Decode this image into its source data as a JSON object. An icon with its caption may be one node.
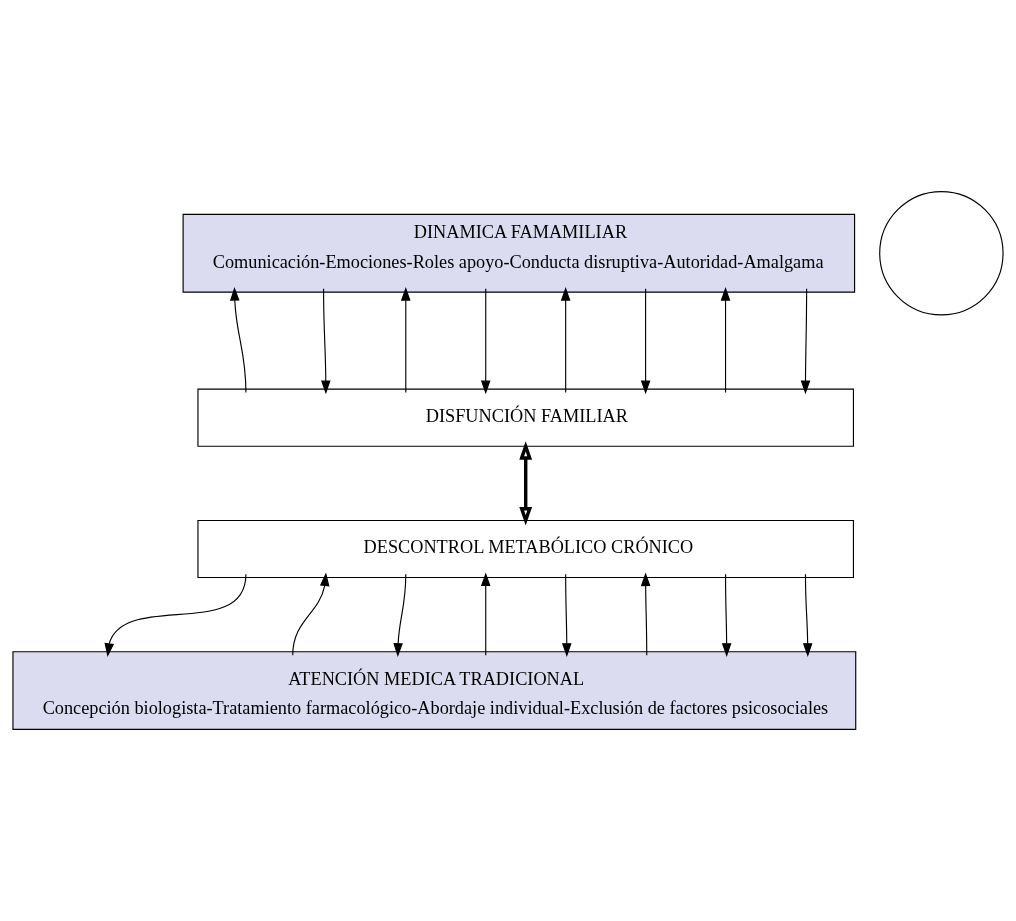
{
  "diagram": {
    "nodes": [
      {
        "text": [
          "DINAMICA FAMAMILIAR",
          "Comunicación-Emociones-Roles apoyo-Conducta disruptiva-Autoridad-Amalgama"
        ]
      },
      {
        "text": [
          "DISFUNCIÓN FAMILIAR"
        ]
      },
      {
        "text": [
          "DESCONTROL METABÓLICO CRÓNICO"
        ]
      },
      {
        "text": [
          "ATENCIÓN MEDICA TRADICIONAL",
          "Concepción biologista-Tratamiento farmacológico-Abordaje individual-Exclusión de factores psicosociales"
        ]
      },
      {
        "text": [],
        "shape": "circle"
      }
    ],
    "edges": [
      {
        "from": 1,
        "to": 0,
        "arrow": "to"
      },
      {
        "from": 0,
        "to": 1,
        "arrow": "to"
      },
      {
        "from": 1,
        "to": 0,
        "arrow": "to"
      },
      {
        "from": 0,
        "to": 1,
        "arrow": "to"
      },
      {
        "from": 1,
        "to": 0,
        "arrow": "to"
      },
      {
        "from": 0,
        "to": 1,
        "arrow": "to"
      },
      {
        "from": 1,
        "to": 0,
        "arrow": "to"
      },
      {
        "from": 0,
        "to": 1,
        "arrow": "to"
      },
      {
        "from": 1,
        "to": 2,
        "arrow": "both",
        "style": "thick"
      },
      {
        "from": 2,
        "to": 3,
        "arrow": "to"
      },
      {
        "from": 3,
        "to": 2,
        "arrow": "to"
      },
      {
        "from": 2,
        "to": 3,
        "arrow": "to"
      },
      {
        "from": 3,
        "to": 2,
        "arrow": "to"
      },
      {
        "from": 2,
        "to": 3,
        "arrow": "to"
      },
      {
        "from": 3,
        "to": 2,
        "arrow": "to"
      },
      {
        "from": 2,
        "to": 3,
        "arrow": "to"
      },
      {
        "from": 2,
        "to": 3,
        "arrow": "to"
      }
    ]
  }
}
